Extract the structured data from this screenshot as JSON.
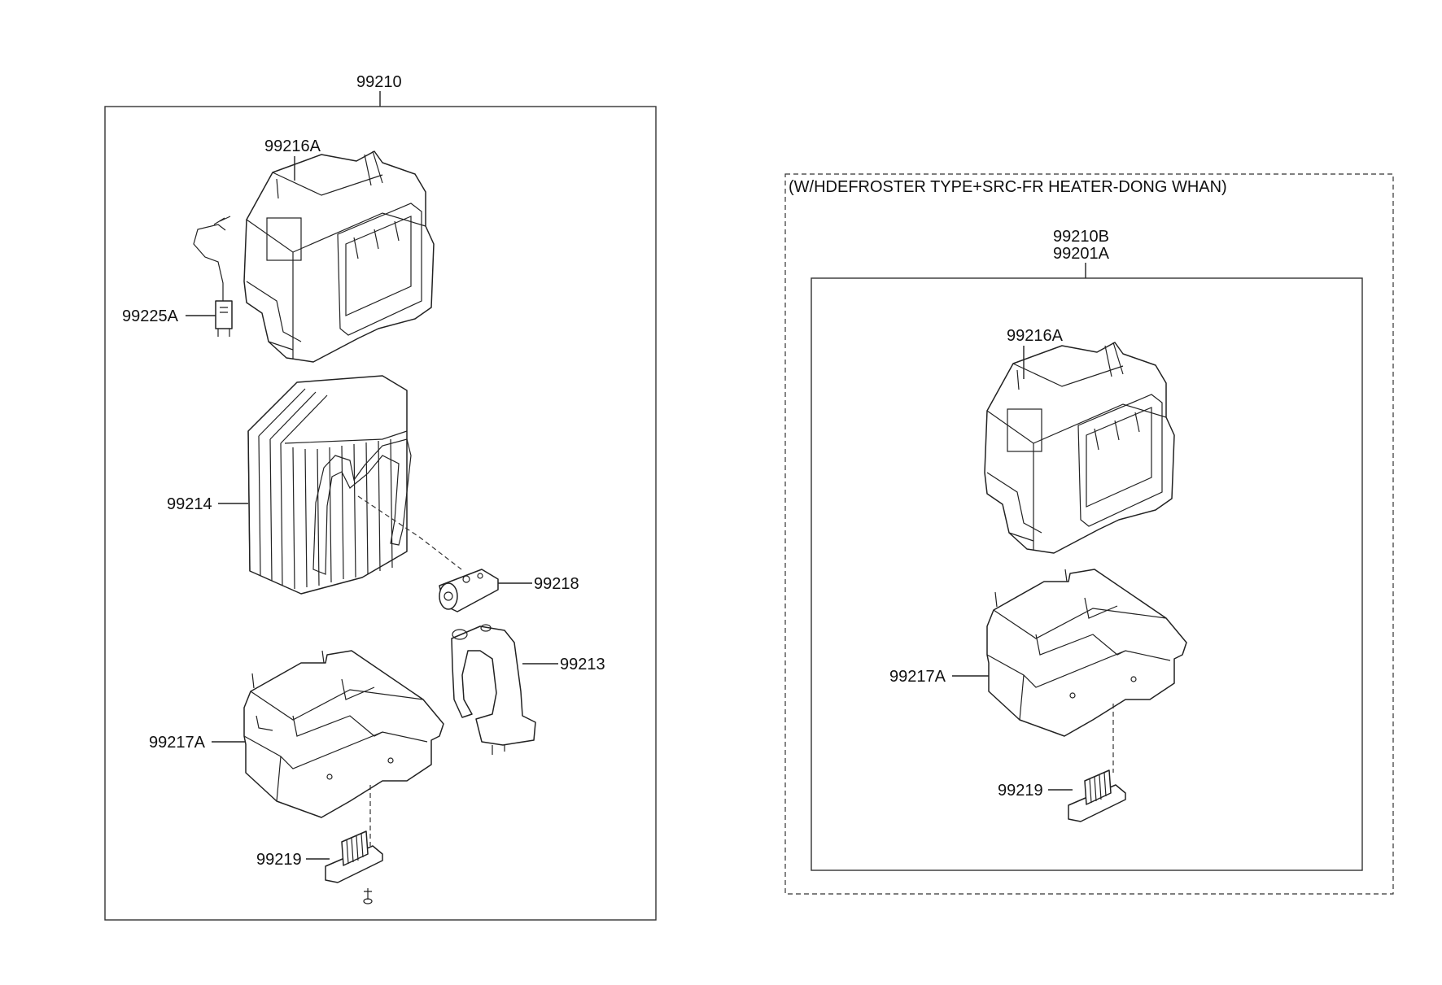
{
  "header": {
    "variant_title": "(W/HDEFROSTER TYPE+SRC-FR HEATER-DONG WHAN)"
  },
  "left": {
    "assembly": "99210",
    "parts": {
      "case_upper": "99216A",
      "sensor": "99225A",
      "evaporator": "99214",
      "expansion_valve": "99218",
      "pipe": "99213",
      "case_lower": "99217A",
      "resistor": "99219"
    }
  },
  "right": {
    "assembly_a": "99210B",
    "assembly_b": "99201A",
    "parts": {
      "case_upper": "99216A",
      "case_lower": "99217A",
      "resistor": "99219"
    }
  }
}
